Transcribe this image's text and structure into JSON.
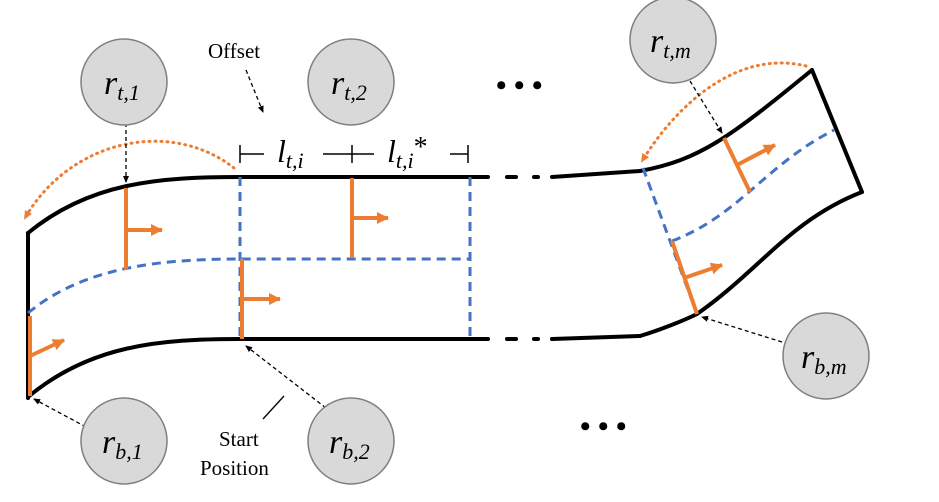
{
  "labels": {
    "offset": "Offset",
    "start_line1": "Start",
    "start_line2": "Position",
    "segment_len": {
      "base": "l",
      "sub": "t,i"
    },
    "segment_len_star": {
      "base": "l",
      "sub": "t,i",
      "suffix": "*"
    },
    "ellipsis": "• • •"
  },
  "robots": {
    "rt1": {
      "base": "r",
      "sub": "t,1"
    },
    "rt2": {
      "base": "r",
      "sub": "t,2"
    },
    "rtm": {
      "base": "r",
      "sub": "t,m"
    },
    "rb1": {
      "base": "r",
      "sub": "b,1"
    },
    "rb2": {
      "base": "r",
      "sub": "b,2"
    },
    "rbm": {
      "base": "r",
      "sub": "b,m"
    }
  },
  "colors": {
    "outline": "#000000",
    "guide": "#4472c4",
    "robot_frame": "#ed7d31",
    "node_fill": "#d9d9d9",
    "node_stroke": "#7f7f7f"
  }
}
